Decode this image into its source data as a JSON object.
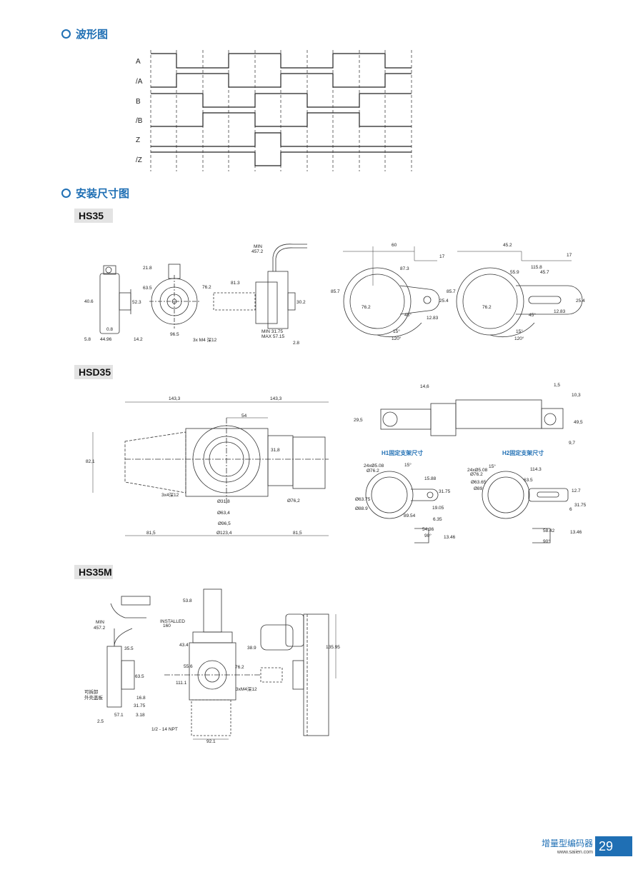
{
  "sections": {
    "waveform": "波形图",
    "dimensions": "安装尺寸图"
  },
  "waveform_signals": [
    "A",
    "/A",
    "B",
    "/B",
    "Z",
    "/Z"
  ],
  "models": [
    "HS35",
    "HSD35",
    "HS35M"
  ],
  "hs35": {
    "dims": [
      "21.8",
      "63.5",
      "40.6",
      "52.3",
      "0.8",
      "5.8",
      "44.96",
      "14.2",
      "96.5",
      "76.2",
      "3x M4 深12",
      "81.3",
      "MIN 31.75",
      "MAX 57.15",
      "30.2",
      "2.8",
      "MIN",
      "457.2",
      "60",
      "87.3",
      "17",
      "85.7",
      "25.4",
      "12.83",
      "76.2",
      "45°",
      "15°",
      "120°",
      "45.2",
      "115.8",
      "55.9",
      "45.7",
      "17",
      "85.7",
      "25.4",
      "12.83",
      "76.2",
      "45°",
      "15°",
      "120°"
    ]
  },
  "hsd35": {
    "dims": [
      "143,3",
      "143,3",
      "54",
      "82,1",
      "31,8",
      "3x4深12",
      "Ø76,2",
      "Ø31,8",
      "Ø63,4",
      "Ø96,5",
      "Ø123,4",
      "81,5",
      "81,5",
      "14,6",
      "1,5",
      "10,3",
      "29,5",
      "49,5",
      "9,7"
    ],
    "h1_title": "H1固定支架尺寸",
    "h2_title": "H2固定支架尺寸",
    "h1_dims": [
      "24xØ5.08",
      "Ø76.2",
      "15°",
      "15.88",
      "Ø63.75",
      "Ø88.9",
      "31.75",
      "19.05",
      "89.54",
      "6.35",
      "54.36",
      "90°",
      "13.46"
    ],
    "h2_dims": [
      "24xØ5.08",
      "Ø76.2",
      "15°",
      "114.3",
      "Ø63.65",
      "63.5",
      "Ø89",
      "12.7",
      "31.75",
      "6",
      "58.42",
      "90°",
      "13.46"
    ]
  },
  "hs35m": {
    "dims": [
      "MIN",
      "457.2",
      "35.5",
      "63.5",
      "可拆卸",
      "外壳盖板",
      "16.8",
      "31.75",
      "57.1",
      "3.18",
      "2.5",
      "53.8",
      "INSTALLED",
      "160",
      "43.4",
      "38.9",
      "55.6",
      "76.2",
      "111.1",
      "3xM4深12",
      "1/2 - 14 NPT",
      "92.1",
      "135.95"
    ]
  },
  "footer": {
    "brand": "增量型编码器",
    "url": "www.saiien.com",
    "page": "29"
  },
  "colors": {
    "accent": "#1f6fb4",
    "line": "#333333",
    "tag_bg": "#e3e3e3"
  }
}
